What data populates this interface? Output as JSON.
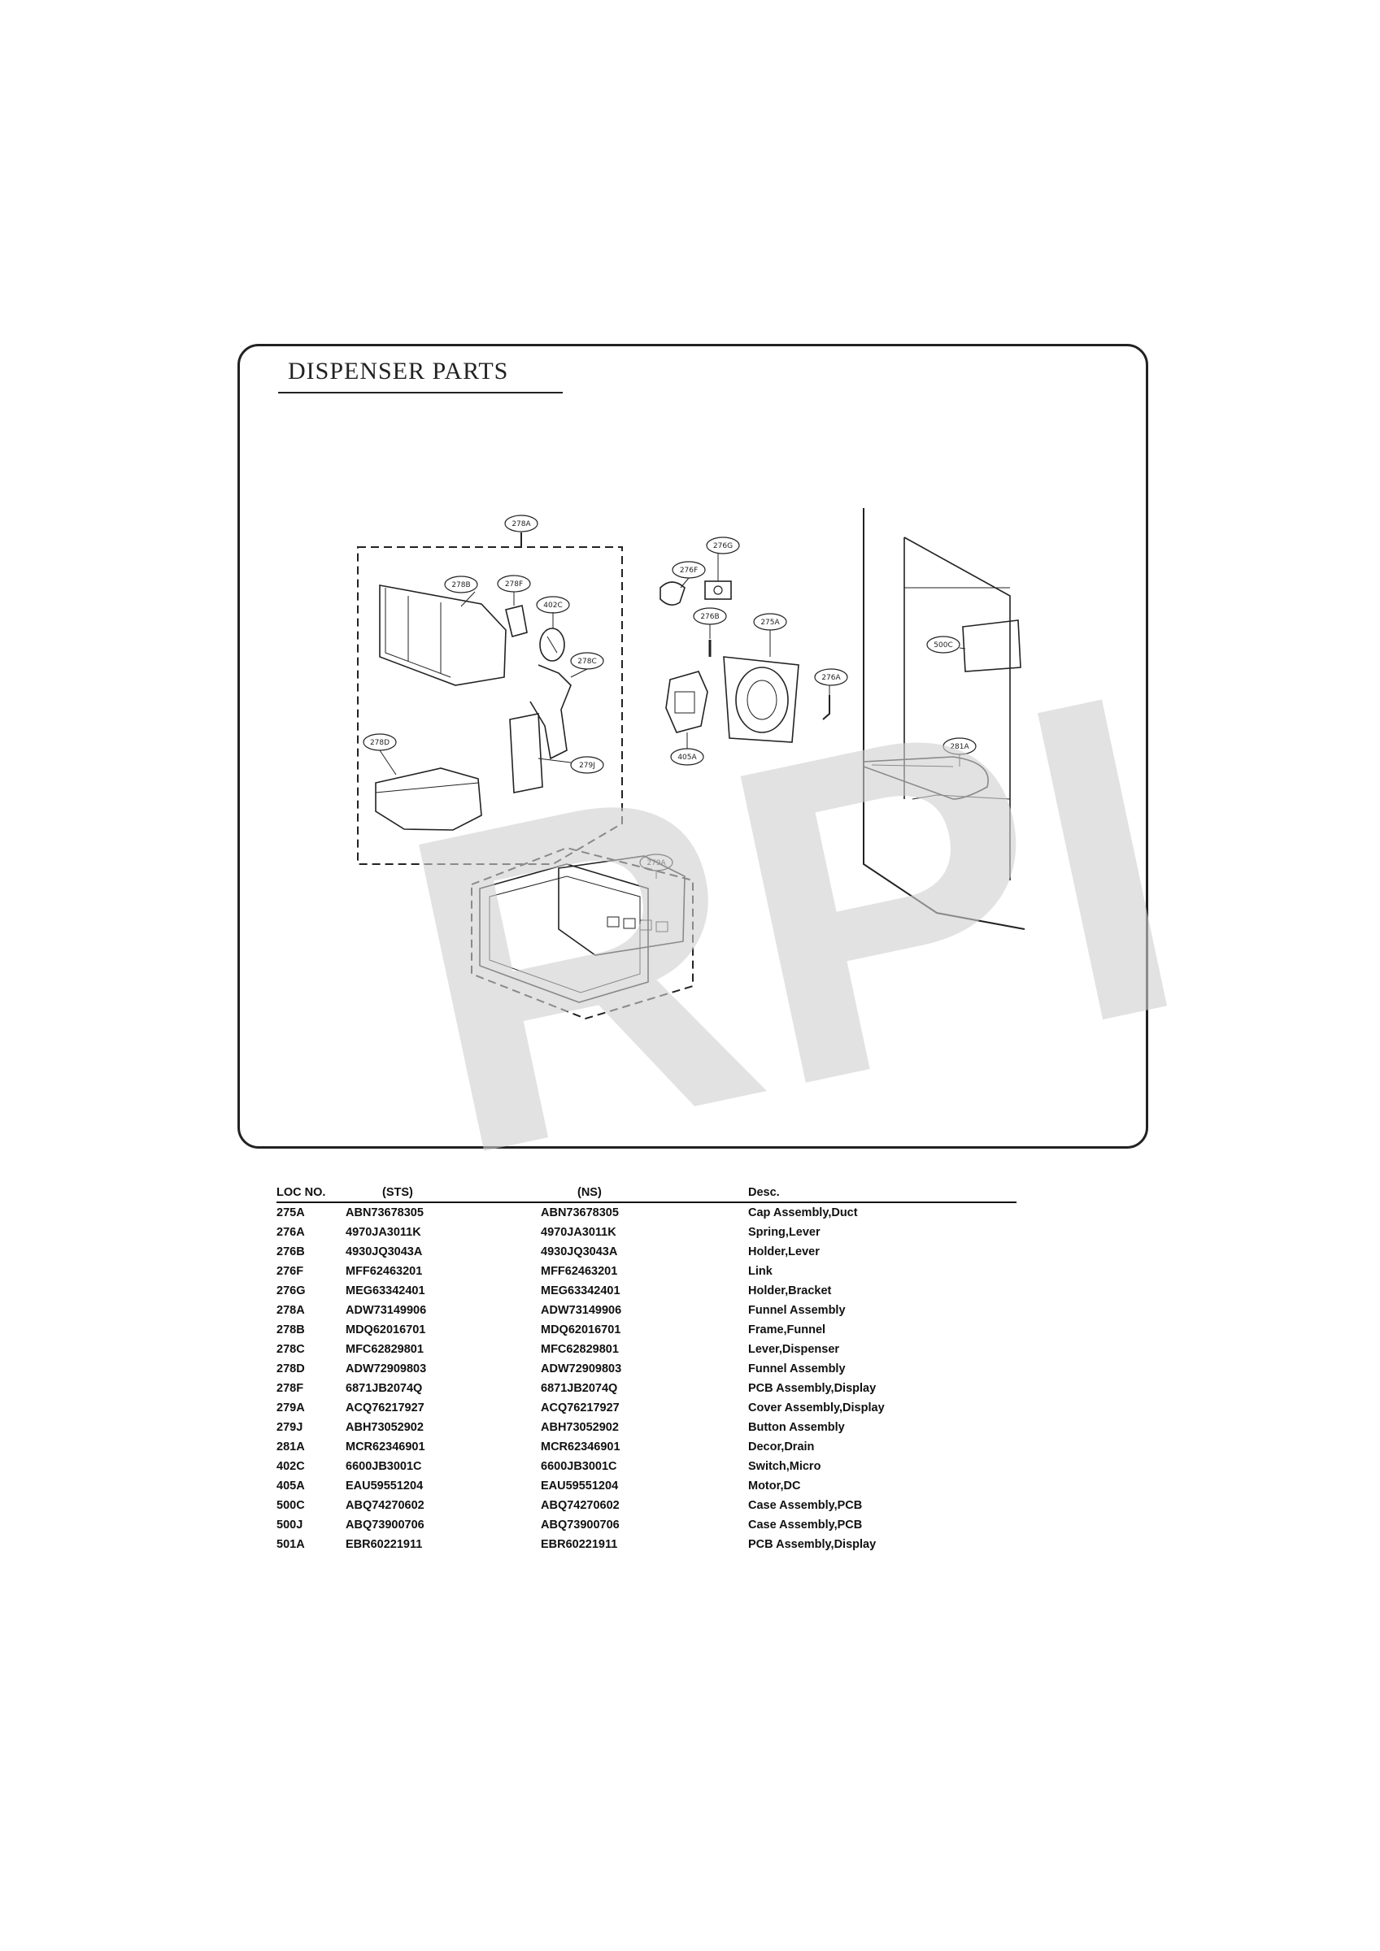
{
  "title": "DISPENSER PARTS",
  "watermark": "RPI",
  "callouts": {
    "c278A_top": "278A",
    "c278B": "278B",
    "c278F": "278F",
    "c402C": "402C",
    "c278C": "278C",
    "c279J": "279J",
    "c278D": "278D",
    "c276F": "276F",
    "c276G": "276G",
    "c276B": "276B",
    "c275A": "275A",
    "c276A": "276A",
    "c405A": "405A",
    "c500C": "500C",
    "c281A": "281A",
    "c279A": "279A"
  },
  "table": {
    "headers": [
      "LOC NO.",
      "(STS)",
      "(NS)",
      "Desc."
    ],
    "rows": [
      [
        "275A",
        "ABN73678305",
        "ABN73678305",
        "Cap Assembly,Duct"
      ],
      [
        "276A",
        "4970JA3011K",
        "4970JA3011K",
        "Spring,Lever"
      ],
      [
        "276B",
        "4930JQ3043A",
        "4930JQ3043A",
        "Holder,Lever"
      ],
      [
        "276F",
        "MFF62463201",
        "MFF62463201",
        "Link"
      ],
      [
        "276G",
        "MEG63342401",
        "MEG63342401",
        "Holder,Bracket"
      ],
      [
        "278A",
        "ADW73149906",
        "ADW73149906",
        "Funnel Assembly"
      ],
      [
        "278B",
        "MDQ62016701",
        "MDQ62016701",
        "Frame,Funnel"
      ],
      [
        "278C",
        "MFC62829801",
        "MFC62829801",
        "Lever,Dispenser"
      ],
      [
        "278D",
        "ADW72909803",
        "ADW72909803",
        "Funnel Assembly"
      ],
      [
        "278F",
        "6871JB2074Q",
        "6871JB2074Q",
        "PCB Assembly,Display"
      ],
      [
        "279A",
        "ACQ76217927",
        "ACQ76217927",
        "Cover Assembly,Display"
      ],
      [
        "279J",
        "ABH73052902",
        "ABH73052902",
        "Button Assembly"
      ],
      [
        "281A",
        "MCR62346901",
        "MCR62346901",
        "Decor,Drain"
      ],
      [
        "402C",
        "6600JB3001C",
        "6600JB3001C",
        "Switch,Micro"
      ],
      [
        "405A",
        "EAU59551204",
        "EAU59551204",
        "Motor,DC"
      ],
      [
        "500C",
        "ABQ74270602",
        "ABQ74270602",
        "Case Assembly,PCB"
      ],
      [
        "500J",
        "ABQ73900706",
        "ABQ73900706",
        "Case Assembly,PCB"
      ],
      [
        "501A",
        "EBR60221911",
        "EBR60221911",
        "PCB Assembly,Display"
      ]
    ]
  }
}
